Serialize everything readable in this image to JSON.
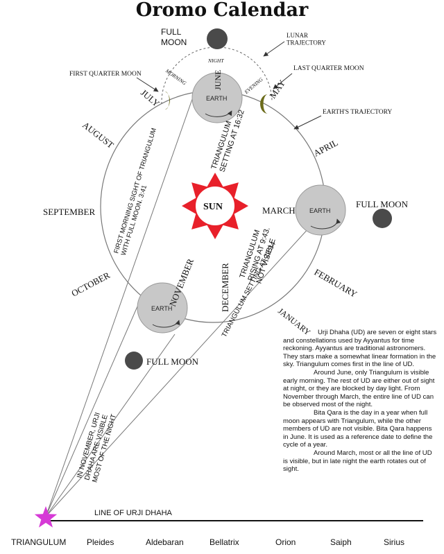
{
  "title": "Oromo Calendar",
  "labels": {
    "full_moon_top": "FULL\nMOON",
    "lunar_trajectory": "LUNAR\nTRAJECTORY",
    "night": "NIGHT",
    "morning": "MORNING",
    "evening": "EVENING",
    "first_quarter_moon": "FIRST QUARTER MOON",
    "last_quarter_moon": "LAST QUARTER MOON",
    "earths_trajectory": "EARTH'S TRAJECTORY",
    "earth": "EARTH",
    "sun": "SUN",
    "full_moon_right": "FULL MOON",
    "full_moon_bottom": "FULL MOON",
    "triangulum_setting_1632": "TRIANGULUM\nSETTING AT 16:32",
    "first_morning_sight": "FIRST MORNING SIGHT OF TRIANGULUM\nWITH FULL MOON. 3:41",
    "triangulum_rising": "TRIANGULUM\nRISING AT 9:43.\nNOT VISIBLE",
    "triangulum_setting_2234": "TRIANGULUM SETTING AT 22:34",
    "november_note": "IN NOVEMBER, URJI\nDHAHA ARE VISIBLE\nMOST OF THE NIGHT",
    "line_of_urji_dhaha": "LINE OF URJI DHAHA"
  },
  "months": {
    "june": "JUNE",
    "july": "JULY",
    "may": "MAY",
    "april": "APRIL",
    "march": "MARCH",
    "february": "FEBRUARY",
    "january": "JANUARY",
    "december": "DECEMBER",
    "november": "NOVEMBER",
    "october": "OCTOBER",
    "september": "SEPTEMBER",
    "august": "AUGUST"
  },
  "stars": [
    "TRIANGULUM",
    "Pleides",
    "Aldebaran",
    "Bellatrix",
    "Orion",
    "Saiph",
    "Sirius"
  ],
  "description": [
    "Urji Dhaha (UD) are seven or eight stars and constellations used by Ayyantus for time reckoning.  Ayyantus are traditional astronomers.  They stars make a somewhat linear formation in the sky.  Triangulum comes first in the line of UD.",
    "Around June, only Triangulum is visible early morning.  The rest of UD are either out of sight at night, or they are blocked by day light.  From November through March, the entire line of UD can be observed most of the night.",
    "Bita Qara is the day in a year when full moon appears with Triangulum, while the other members of UD are not visible.  Bita Qara happens in June.  It is used as a reference date to define the cycle of a year.",
    "Around March, most or all the line of UD is visible, but in late night the earth rotates out of sight."
  ],
  "colors": {
    "sun": "#e8202a",
    "moon": "#4a4a4a",
    "quarter_moon": "#6b6b1a",
    "earth": "#c8c8c8",
    "triangulum_star": "#d63ad6",
    "line": "#555555"
  }
}
